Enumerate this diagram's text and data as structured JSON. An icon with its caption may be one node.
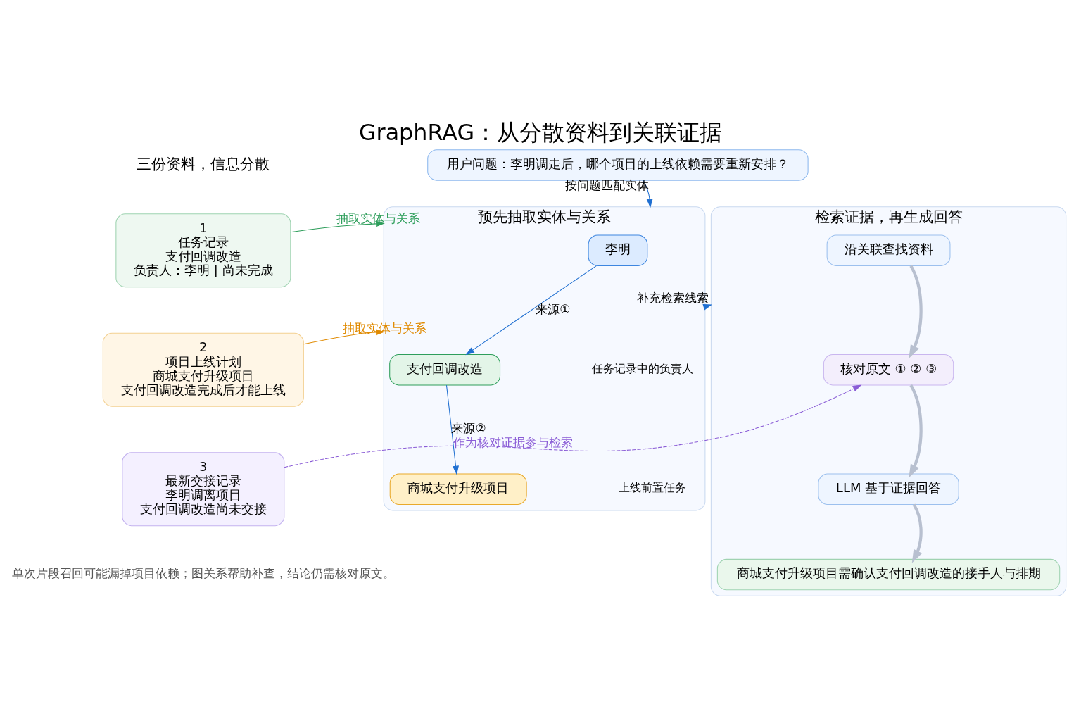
{
  "diagram": {
    "title": "GraphRAG：从分散资料到关联证据",
    "caption": "单次片段召回可能漏掉项目依赖；图关系帮助补查，结论仍需核对原文。",
    "nodes": [
      {
        "text": [
          "用户问题：李明调走后，哪个项目的上线依赖需要重新安排？"
        ]
      },
      {
        "text": [
          "1",
          "任务记录",
          "支付回调改造",
          "负责人：李明 | 尚未完成"
        ]
      },
      {
        "text": [
          "2",
          "项目上线计划",
          "商城支付升级项目",
          "支付回调改造完成后才能上线"
        ]
      },
      {
        "text": [
          "3",
          "最新交接记录",
          "李明调离项目",
          "支付回调改造尚未交接"
        ]
      },
      {
        "text": [
          "预先抽取实体与关系"
        ]
      },
      {
        "text": [
          "李明"
        ],
        "in": 4
      },
      {
        "text": [
          "支付回调改造"
        ],
        "in": 4
      },
      {
        "text": [
          "商城支付升级项目"
        ],
        "in": 4
      },
      {
        "text": [
          "检索证据，再生成回答"
        ]
      },
      {
        "text": [
          "沿关联查找资料"
        ],
        "in": 8
      },
      {
        "text": [
          "核对原文 ① ② ③"
        ],
        "in": 8
      },
      {
        "text": [
          "LLM 基于证据回答"
        ],
        "in": 8
      },
      {
        "text": [
          "商城支付升级项目需确认支付回调改造的接手人与排期"
        ],
        "in": 8
      }
    ],
    "edges": [
      {
        "from": 0,
        "to": 4,
        "arrow": "to",
        "label": "按问题匹配实体"
      },
      {
        "from": 1,
        "to": 4,
        "arrow": "to",
        "label": "抽取实体与关系",
        "color": "#2e9e5b"
      },
      {
        "from": 2,
        "to": 4,
        "arrow": "to",
        "label": "抽取实体与关系",
        "color": "#e08a00"
      },
      {
        "from": 5,
        "to": 6,
        "arrow": "to",
        "label": "来源①"
      },
      {
        "from": 6,
        "to": 7,
        "arrow": "to",
        "label": "来源②"
      },
      {
        "from": 4,
        "to": 8,
        "arrow": "to",
        "label": "补充检索线索"
      },
      {
        "from": 3,
        "to": 10,
        "arrow": "to",
        "label": "作为核对证据参与检索",
        "style": "dashed",
        "color": "#8a5cd6"
      },
      {
        "from": 9,
        "to": 10,
        "arrow": "to",
        "style": "thick",
        "color": "#b8c0d0"
      },
      {
        "from": 10,
        "to": 11,
        "arrow": "to",
        "style": "thick",
        "color": "#b8c0d0"
      },
      {
        "from": 11,
        "to": 12,
        "arrow": "to",
        "style": "thick",
        "color": "#b8c0d0"
      }
    ],
    "labels": [
      "三份资料，信息分散",
      "任务记录中的负责人",
      "上线前置任务"
    ]
  }
}
